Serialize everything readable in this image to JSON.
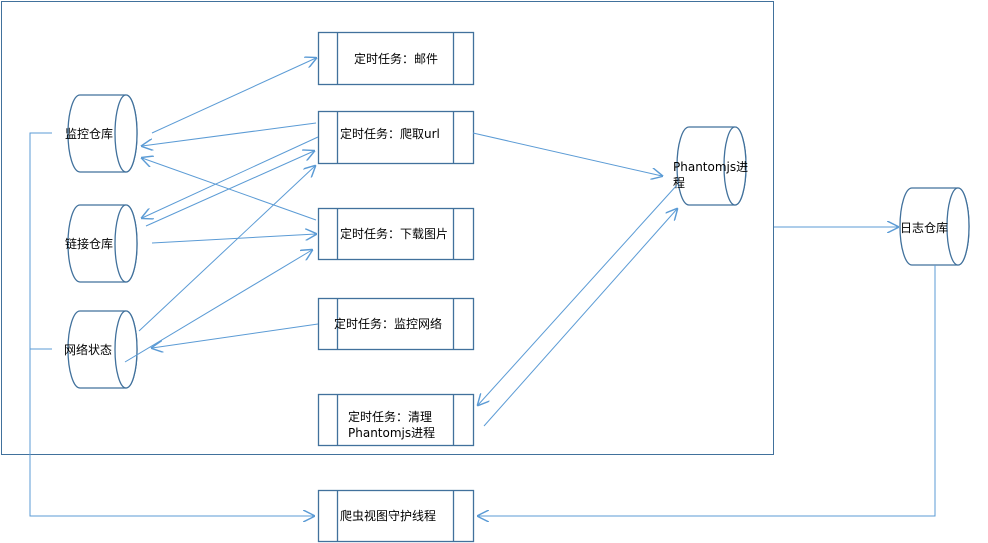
{
  "colors": {
    "shape_stroke": "#41719c",
    "connector": "#5b9bd5"
  },
  "stores": {
    "monitor_repo": "监控仓库",
    "link_repo": "链接仓库",
    "network_status": "网络状态",
    "phantom_line1": "Phantomjs进",
    "phantom_line2": "程",
    "log_repo": "日志仓库"
  },
  "tasks": {
    "mail": "定时任务：邮件",
    "crawl_url": "定时任务：爬取url",
    "download_images": "定时任务：下载图片",
    "monitor_network": "定时任务：监控网络",
    "clean_line1": "定时任务：清理",
    "clean_line2": "Phantomjs进程",
    "daemon": "爬虫视图守护线程"
  }
}
